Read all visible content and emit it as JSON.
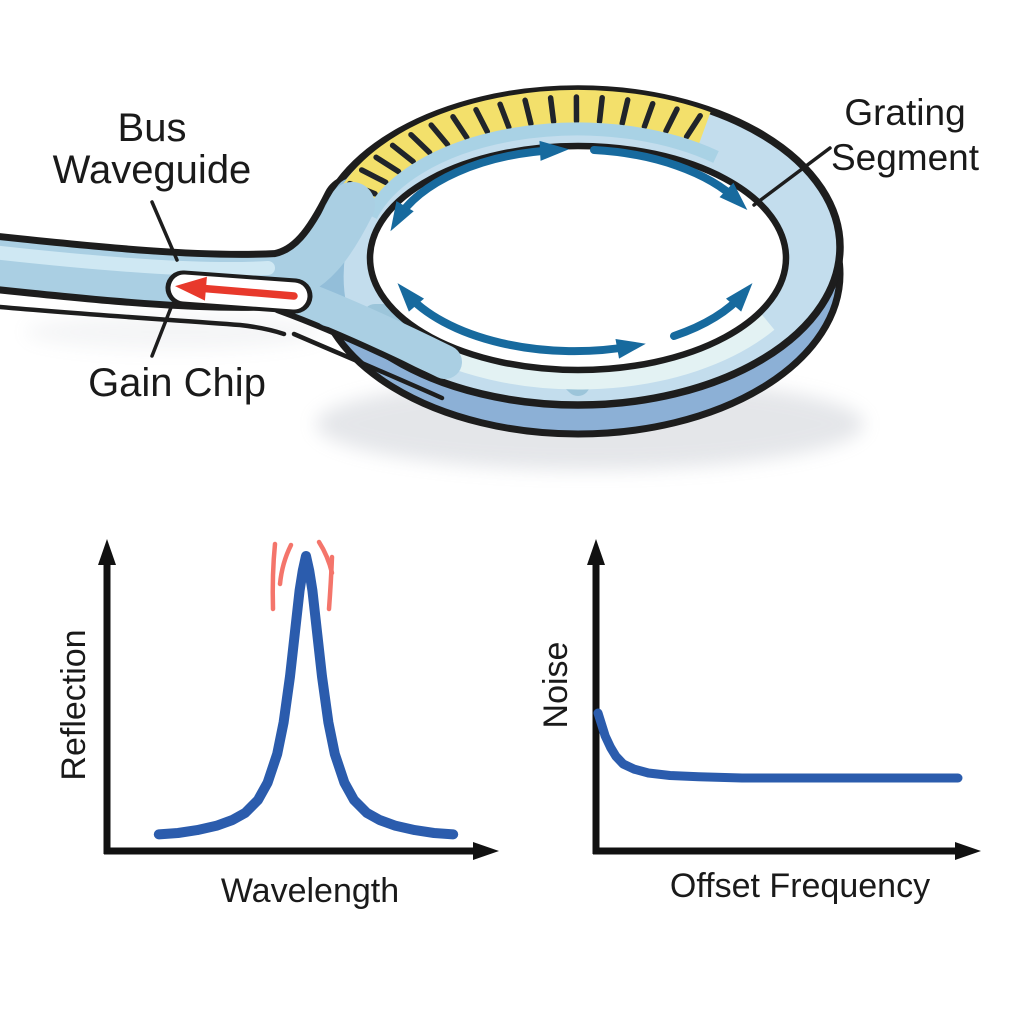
{
  "diagram": {
    "labels": {
      "bus_waveguide_line1": "Bus",
      "bus_waveguide_line2": "Waveguide",
      "gain_chip": "Gain Chip",
      "grating_segment_line1": "Grating",
      "grating_segment_line2": "Segment"
    },
    "grating": {
      "tick_count": 17,
      "band_color": "#f3e06b"
    },
    "colors": {
      "ring_band": "#c3dded",
      "ring_sidewall": "#8cb0d6",
      "outline": "#1d1d1d",
      "circulation_arrow": "#176a9e",
      "gain_arrow": "#e8392b",
      "waveguide_fill": "#aacfe3",
      "label_text": "#1a1a1a"
    },
    "semantics": {
      "ring": "ring resonator with bidirectional circulating light arrows",
      "gain_arrow": "double-pass gain section arrow pointing left inside bus waveguide"
    }
  },
  "chart_data": [
    {
      "type": "line",
      "title": "",
      "xlabel": "Wavelength",
      "ylabel": "Reflection",
      "color": "#2b5cad",
      "x": [
        0.04,
        0.1,
        0.16,
        0.22,
        0.27,
        0.31,
        0.35,
        0.38,
        0.41,
        0.43,
        0.45,
        0.465,
        0.48,
        0.49,
        0.5,
        0.51,
        0.52,
        0.535,
        0.55,
        0.57,
        0.59,
        0.62,
        0.65,
        0.69,
        0.73,
        0.78,
        0.84,
        0.9,
        0.96
      ],
      "y": [
        0.03,
        0.035,
        0.045,
        0.06,
        0.08,
        0.105,
        0.15,
        0.21,
        0.31,
        0.42,
        0.58,
        0.73,
        0.88,
        0.95,
        1.0,
        0.95,
        0.88,
        0.73,
        0.58,
        0.42,
        0.31,
        0.21,
        0.15,
        0.105,
        0.08,
        0.06,
        0.045,
        0.035,
        0.03
      ],
      "xlim": [
        0,
        1
      ],
      "ylim": [
        0,
        1
      ],
      "grid": false,
      "annotations": [
        {
          "type": "emphasis-marks",
          "position": "peak",
          "color": "#f4756b"
        }
      ]
    },
    {
      "type": "line",
      "title": "",
      "xlabel": "Offset Frequency",
      "ylabel": "Noise",
      "color": "#2b5cad",
      "x": [
        0.0,
        0.01,
        0.02,
        0.035,
        0.05,
        0.07,
        0.1,
        0.14,
        0.2,
        0.28,
        0.4,
        0.55,
        0.75,
        1.0
      ],
      "y": [
        0.545,
        0.5,
        0.455,
        0.41,
        0.375,
        0.345,
        0.325,
        0.31,
        0.3,
        0.295,
        0.29,
        0.29,
        0.29,
        0.29
      ],
      "xlim": [
        0,
        1
      ],
      "ylim": [
        0,
        1
      ],
      "grid": false
    }
  ]
}
